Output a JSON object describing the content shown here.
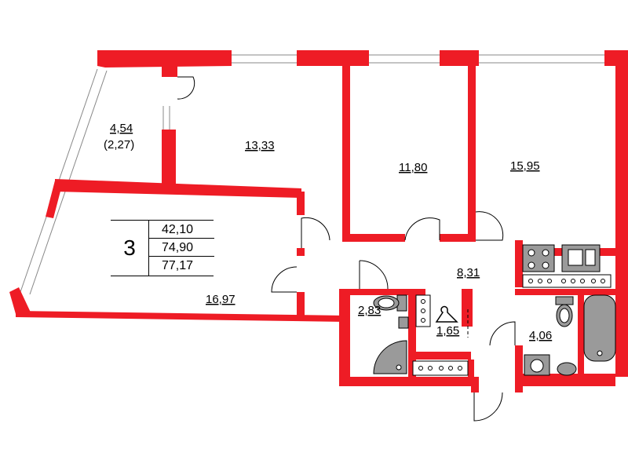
{
  "colors": {
    "wall": "#ee1c25",
    "fixture": "#9a9a9a",
    "window_line": "#888888",
    "door_line": "#000000"
  },
  "summary": {
    "rooms": "3",
    "values": [
      "42,10",
      "74,90",
      "77,17"
    ]
  },
  "rooms": [
    {
      "name": "balcony",
      "area": "4,54",
      "sub": "(2,27)"
    },
    {
      "name": "room-a",
      "area": "13,33"
    },
    {
      "name": "room-b",
      "area": "11,80"
    },
    {
      "name": "room-c",
      "area": "15,95"
    },
    {
      "name": "living",
      "area": "16,97"
    },
    {
      "name": "hall",
      "area": "8,31"
    },
    {
      "name": "bathroom-small",
      "area": "2,83"
    },
    {
      "name": "wardrobe",
      "area": "1,65"
    },
    {
      "name": "bathroom-large",
      "area": "4,06"
    }
  ],
  "icons": [
    "hanger-icon",
    "stove-icon",
    "sink-icon",
    "toilet-icon",
    "shower-icon",
    "bathtub-icon",
    "washer-icon"
  ]
}
